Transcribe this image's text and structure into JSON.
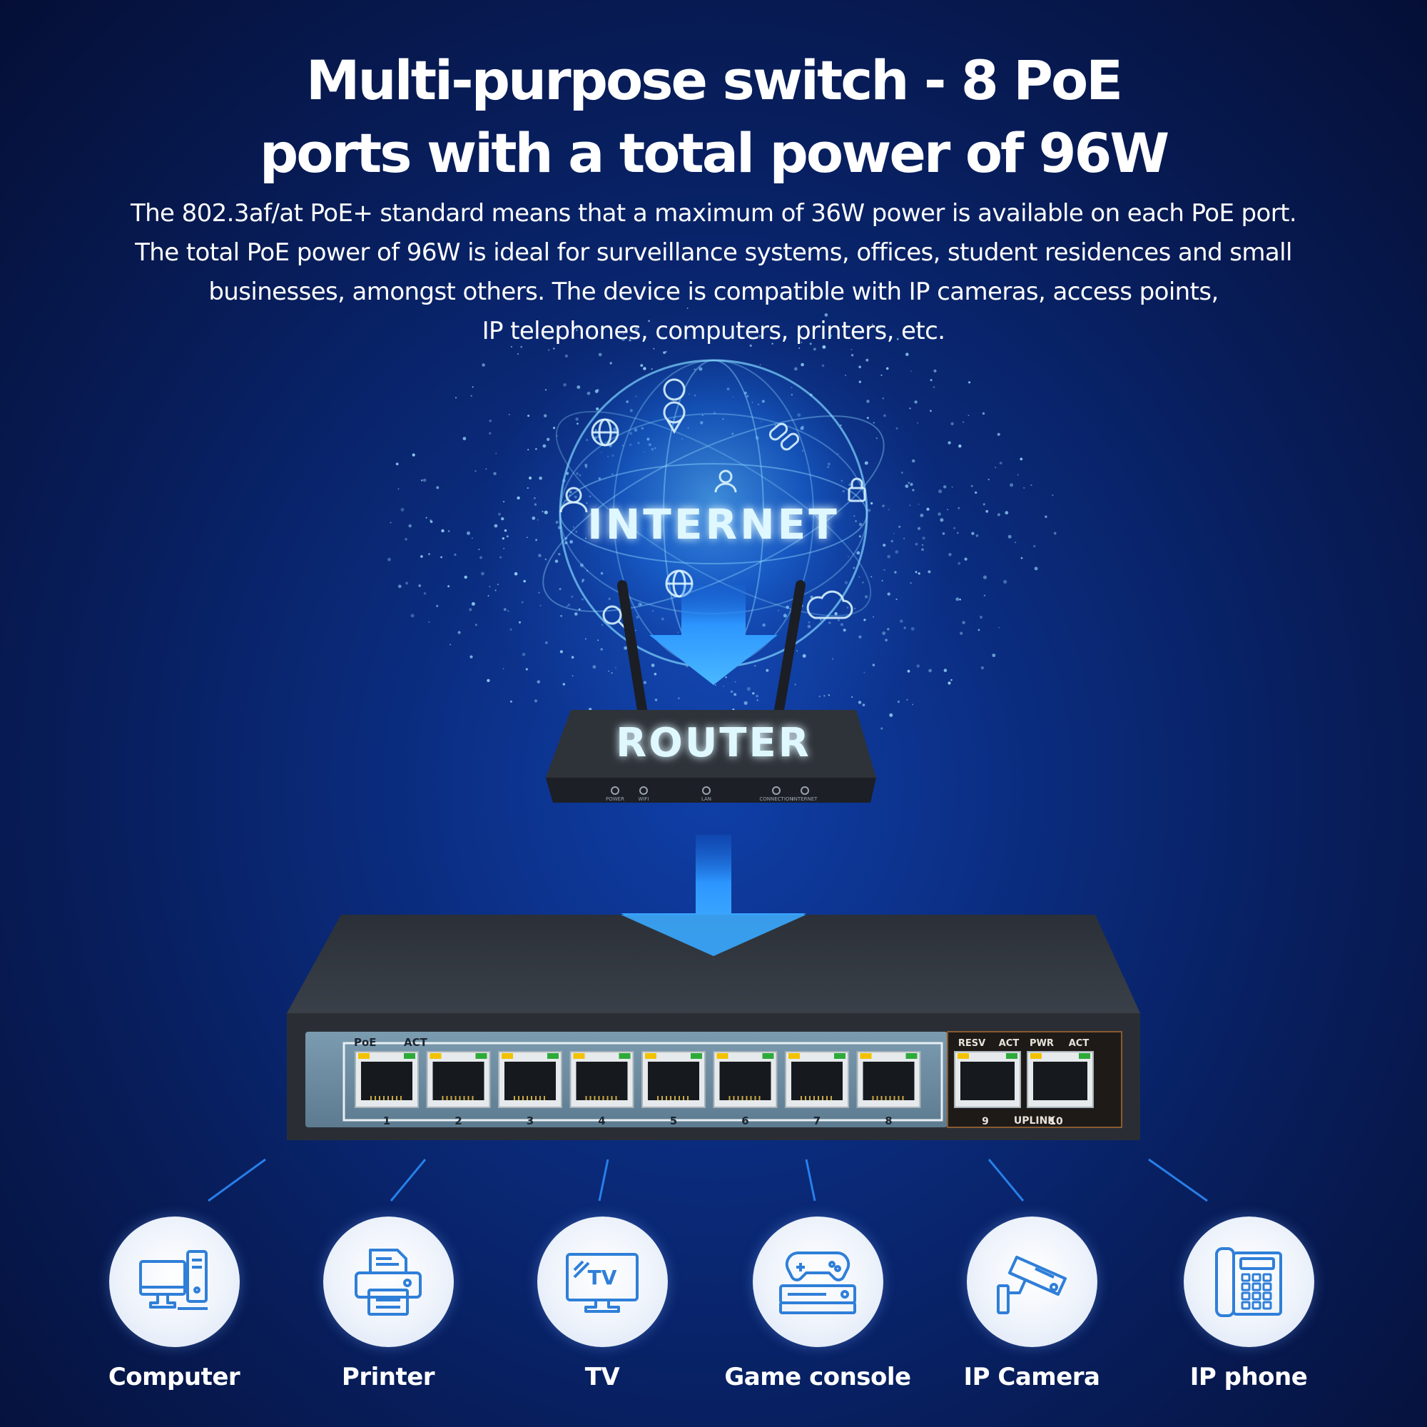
{
  "headline": {
    "line1": "Multi-purpose switch - 8 PoE",
    "line2": "ports with a total power of 96W"
  },
  "description": {
    "line1": "The 802.3af/at PoE+ standard means that a maximum of 36W power is available on each PoE port.",
    "line2": "The total PoE power of 96W is ideal for surveillance systems, offices, student residences and small",
    "line3": "businesses, amongst others. The device is compatible with IP cameras, access points,",
    "line4": "IP telephones, computers, printers, etc."
  },
  "diagram": {
    "internet_label": "INTERNET",
    "router_label": "ROUTER",
    "router_indicators": [
      "POWER",
      "WIFI",
      "LAN",
      "CONNECTION",
      "INTERNET"
    ],
    "switch": {
      "port_header_poe": "PoE",
      "port_header_act": "ACT",
      "port_numbers": [
        "1",
        "2",
        "3",
        "4",
        "5",
        "6",
        "7",
        "8"
      ],
      "uplink_headers": [
        "RESV",
        "ACT",
        "PWR",
        "ACT"
      ],
      "uplink_port_numbers": [
        "9",
        "10"
      ],
      "uplink_label": "UPLINK"
    }
  },
  "devices": [
    {
      "label": "Computer",
      "icon": "computer-icon"
    },
    {
      "label": "Printer",
      "icon": "printer-icon"
    },
    {
      "label": "TV",
      "icon": "tv-icon"
    },
    {
      "label": "Game console",
      "icon": "game-console-icon"
    },
    {
      "label": "IP Camera",
      "icon": "ip-camera-icon"
    },
    {
      "label": "IP phone",
      "icon": "ip-phone-icon"
    }
  ],
  "colors": {
    "background": "#0a2a7a",
    "arrow": "#3aa8ff",
    "icon_stroke": "#2f7fd8",
    "text": "#ffffff"
  }
}
